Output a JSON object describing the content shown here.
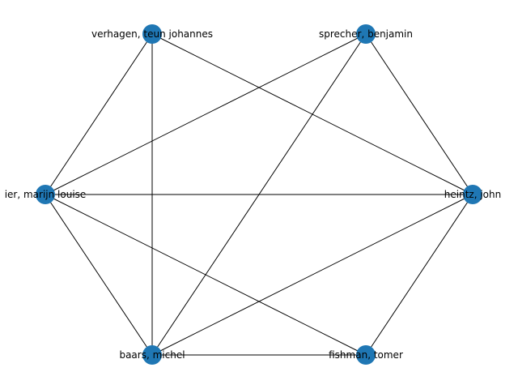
{
  "graph": {
    "node_color": "#1f77b4",
    "edge_color": "#000000",
    "nodes": [
      {
        "id": "verhagen",
        "label": "verhagen, teun johannes"
      },
      {
        "id": "sprecher",
        "label": "sprecher, benjamin"
      },
      {
        "id": "marijn",
        "label": "ier, marijn louise"
      },
      {
        "id": "heintz",
        "label": "heintz, john"
      },
      {
        "id": "baars",
        "label": "baars, michel"
      },
      {
        "id": "fishman",
        "label": "fishman, tomer"
      }
    ],
    "edges": [
      [
        "verhagen",
        "marijn"
      ],
      [
        "verhagen",
        "baars"
      ],
      [
        "verhagen",
        "heintz"
      ],
      [
        "sprecher",
        "marijn"
      ],
      [
        "sprecher",
        "baars"
      ],
      [
        "sprecher",
        "heintz"
      ],
      [
        "marijn",
        "heintz"
      ],
      [
        "marijn",
        "baars"
      ],
      [
        "marijn",
        "fishman"
      ],
      [
        "heintz",
        "baars"
      ],
      [
        "heintz",
        "fishman"
      ],
      [
        "baars",
        "fishman"
      ]
    ]
  }
}
